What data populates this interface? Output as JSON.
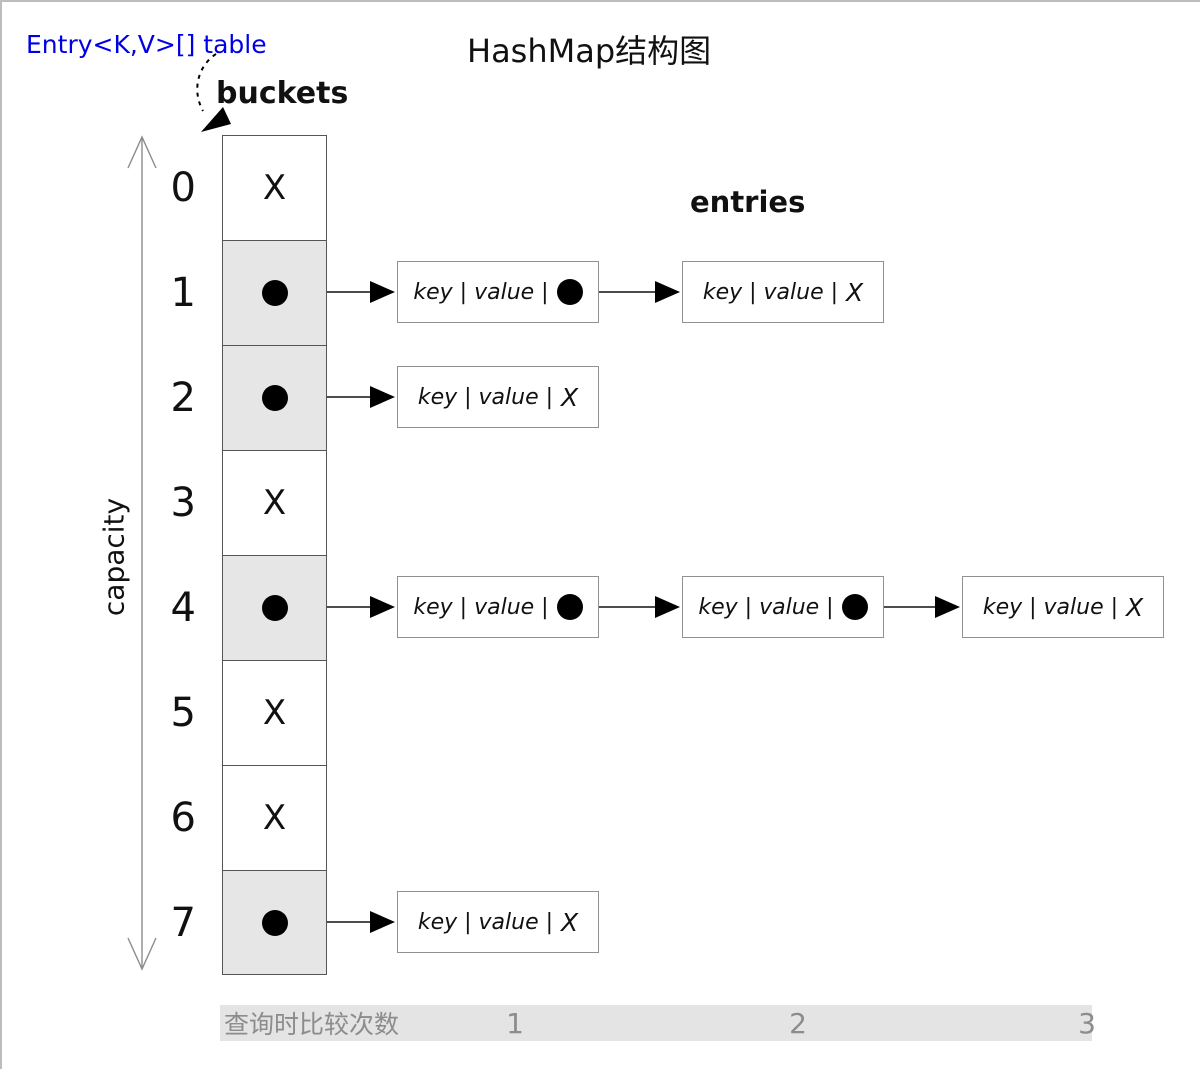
{
  "title": "HashMap结构图",
  "labels": {
    "table": "Entry<K,V>[] table",
    "buckets": "buckets",
    "entries": "entries",
    "capacity": "capacity"
  },
  "buckets": {
    "cells": [
      {
        "index": "0",
        "content": "X"
      },
      {
        "index": "1",
        "content": "●"
      },
      {
        "index": "2",
        "content": "●"
      },
      {
        "index": "3",
        "content": "X"
      },
      {
        "index": "4",
        "content": "●"
      },
      {
        "index": "5",
        "content": "X"
      },
      {
        "index": "6",
        "content": "X"
      },
      {
        "index": "7",
        "content": "●"
      }
    ]
  },
  "chains": [
    {
      "bucket": "1",
      "entries": [
        {
          "label": "key | value |",
          "tail": "●"
        },
        {
          "label": "key | value |",
          "tail": "X"
        }
      ]
    },
    {
      "bucket": "2",
      "entries": [
        {
          "label": "key | value |",
          "tail": "X"
        }
      ]
    },
    {
      "bucket": "4",
      "entries": [
        {
          "label": "key | value |",
          "tail": "●"
        },
        {
          "label": "key | value |",
          "tail": "●"
        },
        {
          "label": "key | value |",
          "tail": "X"
        }
      ]
    },
    {
      "bucket": "7",
      "entries": [
        {
          "label": "key | value |",
          "tail": "X"
        }
      ]
    }
  ],
  "footer": {
    "label": "查询时比较次数",
    "comparison_counts": [
      "1",
      "2",
      "3"
    ]
  },
  "colors": {
    "link_blue": "#0000e6",
    "bucket_fill": "#e6e6e6",
    "footer_fill": "#e4e4e4",
    "footer_text": "#8c8c8c",
    "line_gray": "#4d4d4d",
    "arrow_black": "#000000"
  }
}
